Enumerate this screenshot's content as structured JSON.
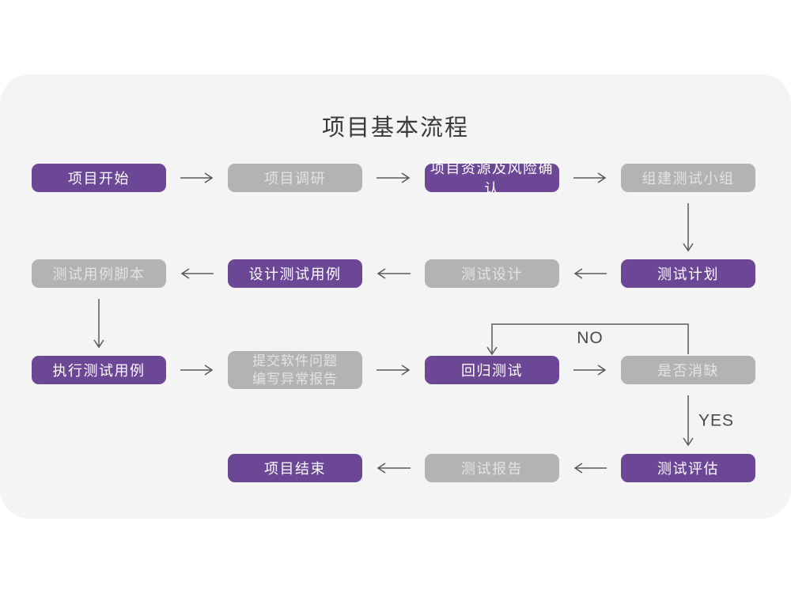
{
  "title": "项目基本流程",
  "colors": {
    "page_background": "#ffffff",
    "card_background": "#f5f4f5",
    "purple_box": "#6b4796",
    "gray_box": "#b4b3b4",
    "purple_box_text": "#ffffff",
    "gray_box_text": "#e4e2e4",
    "arrow": "#58595b",
    "title_text": "#3d393a",
    "edge_label_text": "#4c484a"
  },
  "nodes": [
    {
      "id": "start",
      "label": "项目开始",
      "variant": "purple",
      "row": 0,
      "col": 0
    },
    {
      "id": "research",
      "label": "项目调研",
      "variant": "gray",
      "row": 0,
      "col": 1
    },
    {
      "id": "risk",
      "label": "项目资源及风险确认",
      "variant": "purple",
      "row": 0,
      "col": 2
    },
    {
      "id": "team",
      "label": "组建测试小组",
      "variant": "gray",
      "row": 0,
      "col": 3
    },
    {
      "id": "plan",
      "label": "测试计划",
      "variant": "purple",
      "row": 1,
      "col": 3
    },
    {
      "id": "design",
      "label": "测试设计",
      "variant": "gray",
      "row": 1,
      "col": 2
    },
    {
      "id": "cases",
      "label": "设计测试用例",
      "variant": "purple",
      "row": 1,
      "col": 1
    },
    {
      "id": "scripts",
      "label": "测试用例脚本",
      "variant": "gray",
      "row": 1,
      "col": 0
    },
    {
      "id": "execute",
      "label": "执行测试用例",
      "variant": "purple",
      "row": 2,
      "col": 0
    },
    {
      "id": "report-issues",
      "label": "提交软件问题\n编写异常报告",
      "variant": "gray",
      "row": 2,
      "col": 1
    },
    {
      "id": "regression",
      "label": "回归测试",
      "variant": "purple",
      "row": 2,
      "col": 2
    },
    {
      "id": "defect-check",
      "label": "是否消缺",
      "variant": "gray",
      "row": 2,
      "col": 3
    },
    {
      "id": "evaluate",
      "label": "测试评估",
      "variant": "purple",
      "row": 3,
      "col": 3
    },
    {
      "id": "test-report",
      "label": "测试报告",
      "variant": "gray",
      "row": 3,
      "col": 2
    },
    {
      "id": "end",
      "label": "项目结束",
      "variant": "purple",
      "row": 3,
      "col": 1
    }
  ],
  "edges": [
    {
      "from": "start",
      "to": "research"
    },
    {
      "from": "research",
      "to": "risk"
    },
    {
      "from": "risk",
      "to": "team"
    },
    {
      "from": "team",
      "to": "plan"
    },
    {
      "from": "plan",
      "to": "design"
    },
    {
      "from": "design",
      "to": "cases"
    },
    {
      "from": "cases",
      "to": "scripts"
    },
    {
      "from": "scripts",
      "to": "execute"
    },
    {
      "from": "execute",
      "to": "report-issues"
    },
    {
      "from": "report-issues",
      "to": "regression"
    },
    {
      "from": "regression",
      "to": "defect-check"
    },
    {
      "from": "defect-check",
      "to": "regression",
      "label": "NO",
      "route": "loop-above"
    },
    {
      "from": "defect-check",
      "to": "evaluate",
      "label": "YES"
    },
    {
      "from": "evaluate",
      "to": "test-report"
    },
    {
      "from": "test-report",
      "to": "end"
    }
  ]
}
